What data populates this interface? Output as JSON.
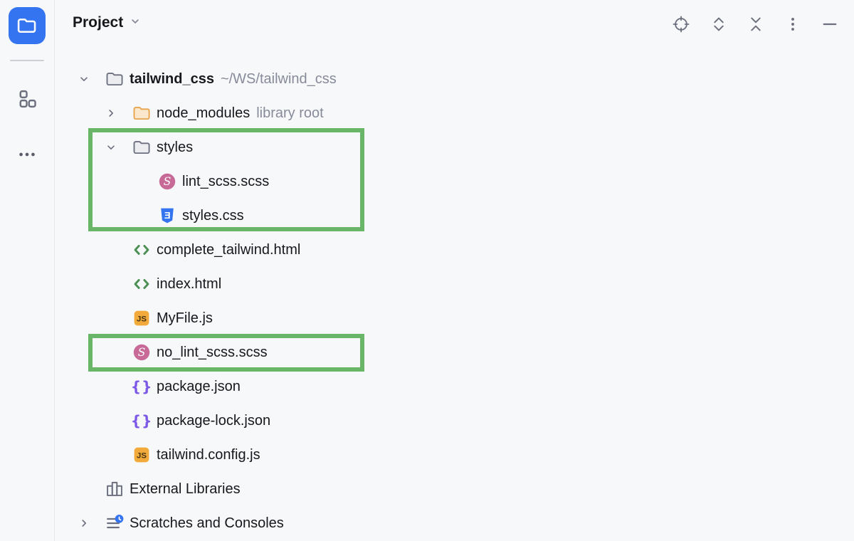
{
  "stripe": {
    "tools": [
      {
        "id": "project",
        "icon": "project-folder-icon",
        "active": true
      },
      {
        "id": "structure",
        "icon": "structure-icon",
        "active": false
      },
      {
        "id": "more",
        "icon": "more-horizontal-icon",
        "active": false
      }
    ]
  },
  "header": {
    "title": "Project",
    "title_chevron_icon": "chevron-down-icon",
    "toolbar": [
      {
        "id": "locate-file",
        "icon": "locate-icon"
      },
      {
        "id": "expand-all",
        "icon": "expand-all-icon"
      },
      {
        "id": "collapse-all",
        "icon": "collapse-all-icon"
      },
      {
        "id": "options-menu",
        "icon": "kebab-menu-icon"
      },
      {
        "id": "hide-window",
        "icon": "hide-icon"
      }
    ]
  },
  "tree": {
    "rows": [
      {
        "label": "tailwind_css",
        "secondary": "~/WS/tailwind_css",
        "icon": "folder",
        "level": 0,
        "chevron": "down",
        "bold": true
      },
      {
        "label": "node_modules",
        "secondary": "library root",
        "icon": "folder-orange",
        "level": 1,
        "chevron": "right",
        "bold": false
      },
      {
        "label": "styles",
        "secondary": "",
        "icon": "folder",
        "level": 1,
        "chevron": "down",
        "bold": false
      },
      {
        "label": "lint_scss.scss",
        "secondary": "",
        "icon": "sass",
        "level": 2,
        "chevron": "",
        "bold": false
      },
      {
        "label": "styles.css",
        "secondary": "",
        "icon": "css",
        "level": 2,
        "chevron": "",
        "bold": false
      },
      {
        "label": "complete_tailwind.html",
        "secondary": "",
        "icon": "html",
        "level": 1,
        "chevron": "",
        "bold": false
      },
      {
        "label": "index.html",
        "secondary": "",
        "icon": "html",
        "level": 1,
        "chevron": "",
        "bold": false
      },
      {
        "label": "MyFile.js",
        "secondary": "",
        "icon": "js",
        "level": 1,
        "chevron": "",
        "bold": false
      },
      {
        "label": "no_lint_scss.scss",
        "secondary": "",
        "icon": "sass",
        "level": 1,
        "chevron": "",
        "bold": false
      },
      {
        "label": "package.json",
        "secondary": "",
        "icon": "json",
        "level": 1,
        "chevron": "",
        "bold": false
      },
      {
        "label": "package-lock.json",
        "secondary": "",
        "icon": "json",
        "level": 1,
        "chevron": "",
        "bold": false
      },
      {
        "label": "tailwind.config.js",
        "secondary": "",
        "icon": "js",
        "level": 1,
        "chevron": "",
        "bold": false
      },
      {
        "label": "External Libraries",
        "secondary": "",
        "icon": "libraries",
        "level": 0,
        "chevron": "",
        "bold": false
      },
      {
        "label": "Scratches and Consoles",
        "secondary": "",
        "icon": "scratches",
        "level": 0,
        "chevron": "right",
        "bold": false
      }
    ]
  },
  "annotations": [
    {
      "id": "styles-group",
      "note": "green box around styles folder with lint_scss.scss and styles.css"
    },
    {
      "id": "no-lint-file",
      "note": "green box around no_lint_scss.scss"
    }
  ],
  "colors": {
    "annotation_green": "#69B669",
    "accent_blue": "#3574F0",
    "sass_pink": "#C76A97",
    "css_blue": "#3574F0",
    "js_yellow": "#F2AB3A",
    "json_purple": "#7D5AE6",
    "html_green": "#4C8F53",
    "folder_orange_stroke": "#E8A44C",
    "icon_gray": "#6C707E",
    "secondary_text": "#878B99",
    "panel_background": "#F7F8FA"
  }
}
